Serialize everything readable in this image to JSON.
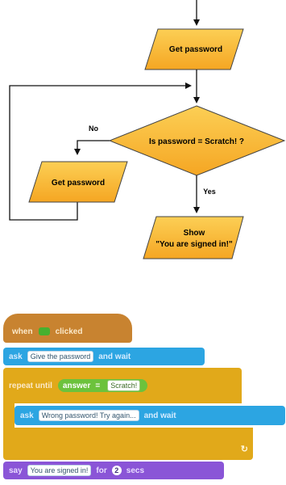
{
  "flowchart": {
    "input_top": {
      "text": "Get password"
    },
    "decision": {
      "text": "Is password = Scratch! ?"
    },
    "input_left": {
      "text": "Get password"
    },
    "output": {
      "line1": "Show",
      "line2": "\"You are signed in!\""
    },
    "label_no": "No",
    "label_yes": "Yes",
    "colors": {
      "shape_fill": "#f5a623",
      "shape_fill_light": "#fccf55",
      "stroke": "#333333"
    }
  },
  "scratch_script": {
    "hat": {
      "when": "when",
      "clicked": "clicked"
    },
    "ask1": {
      "keyword": "ask",
      "input": "Give the password",
      "and_wait": "and wait"
    },
    "repeat_until": {
      "keyword": "repeat until",
      "answer": "answer",
      "equals": "=",
      "value": "Scratch!"
    },
    "ask2": {
      "keyword": "ask",
      "input": "Wrong password! Try again...",
      "and_wait": "and wait"
    },
    "say": {
      "keyword": "say",
      "input": "You are signed in!",
      "for": "for",
      "seconds_value": "2",
      "secs": "secs"
    },
    "colors": {
      "control": "#e1a91a",
      "events": "#c88330",
      "sensing": "#2ca5e2",
      "operators": "#5cb712",
      "looks": "#8a55d7"
    }
  }
}
